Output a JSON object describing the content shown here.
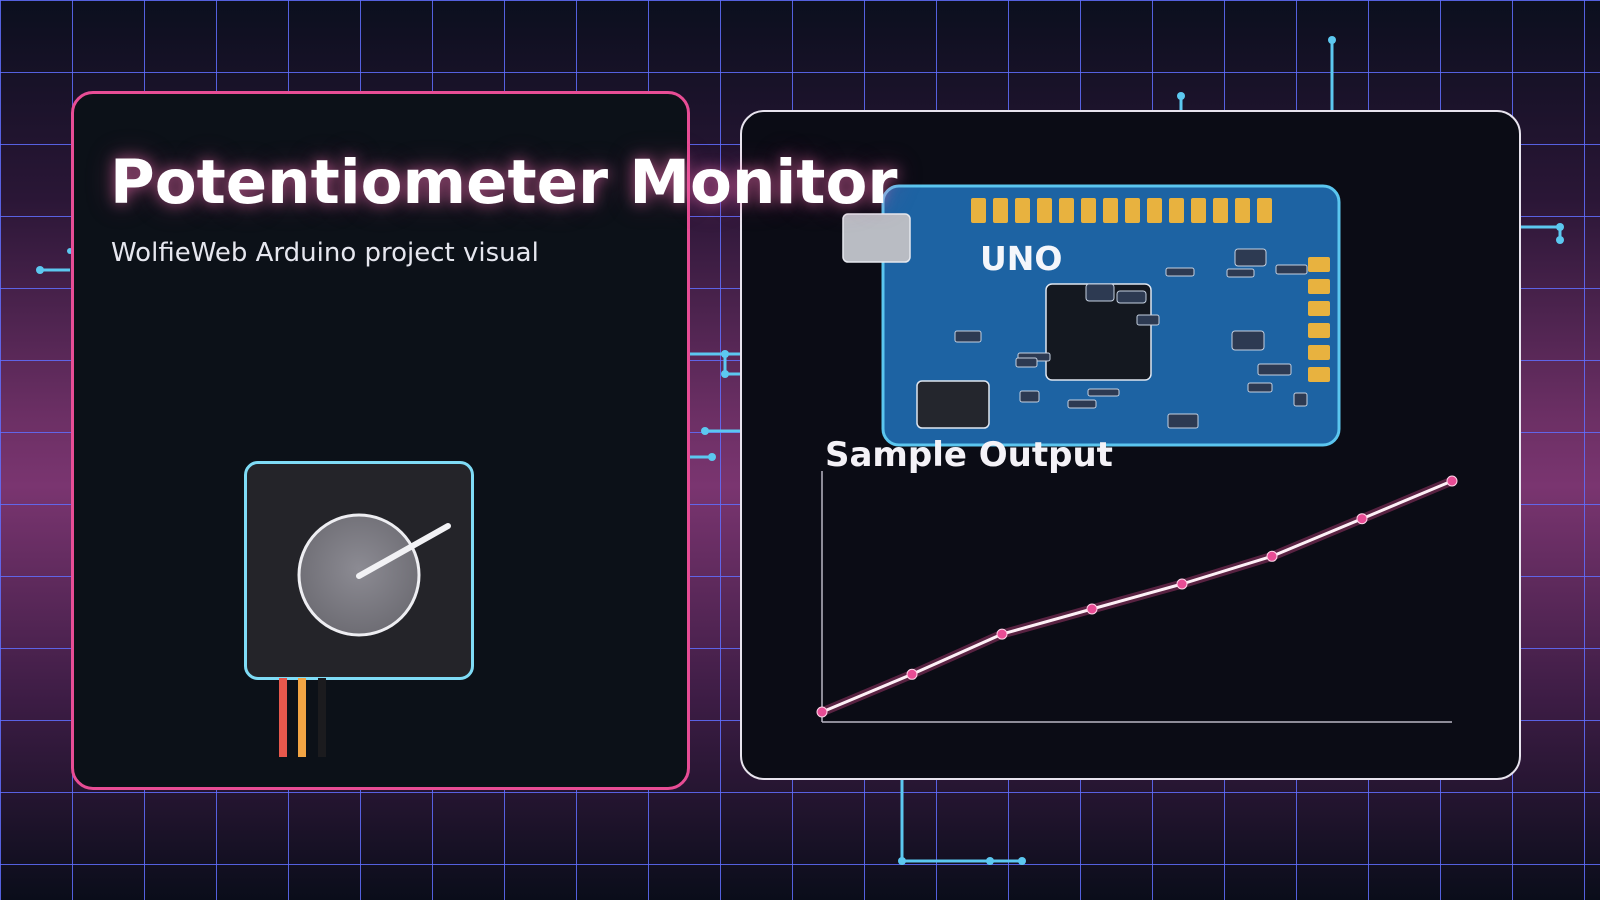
{
  "header": {
    "title": "Potentiometer Monitor",
    "subtitle": "WolfieWeb Arduino project visual"
  },
  "board": {
    "label": "UNO",
    "color": "#1d63a3",
    "pin_color": "#e8b23f",
    "outline_color": "#5bc6ef"
  },
  "potentiometer": {
    "pin_colors": [
      "#e8584c",
      "#f2a544",
      "#1b1b1e"
    ]
  },
  "chart": {
    "title": "Sample Output"
  },
  "chart_data": {
    "type": "line",
    "x": [
      0,
      1,
      2,
      3,
      4,
      5,
      6,
      7
    ],
    "y": [
      4,
      19,
      35,
      45,
      55,
      66,
      81,
      96
    ],
    "ylim": [
      0,
      100
    ],
    "xlim": [
      0,
      7
    ],
    "grid": false,
    "line_color": "#fdf0f6",
    "marker_color": "#e84d95"
  },
  "colors": {
    "accent_pink": "#e84d95",
    "accent_cyan": "#5bc6ef",
    "grid_blue": "#606eff"
  }
}
